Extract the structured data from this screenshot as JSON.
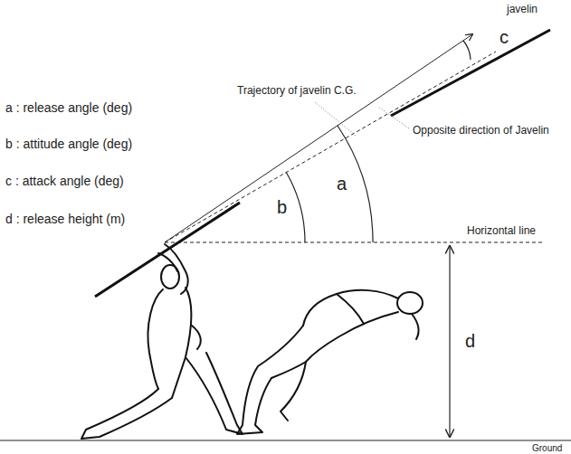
{
  "diagram": {
    "labels": [
      "javelin",
      "Trajectory of javelin C.G.",
      "c",
      "a : release angle (deg)",
      "b : attitude angle (deg)",
      "c : attack angle (deg)",
      "d : release height (m)",
      "Opposite direction of Javelin",
      "a",
      "b",
      "Horizontal line",
      "d",
      "Ground"
    ]
  }
}
